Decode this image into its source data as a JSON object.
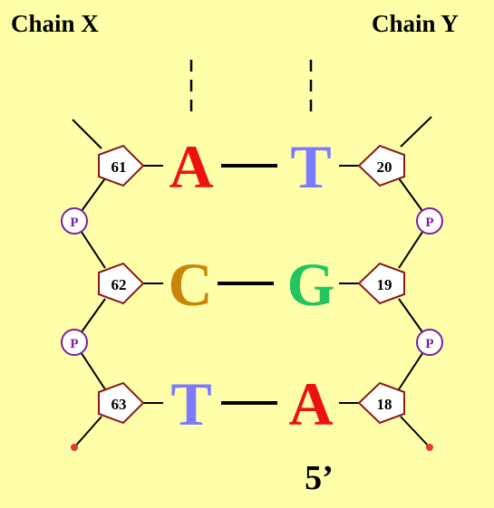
{
  "labels": {
    "chain_x": "Chain X",
    "chain_y": "Chain Y",
    "end_label": "5’",
    "phosphate": "P"
  },
  "colors": {
    "background": "#ffffaa",
    "sugar_stroke": "#8b1a1a",
    "phosphate_stroke": "#7b1fa2",
    "terminal_dot": "#e53935",
    "bond": "#000000",
    "A": "#ee1111",
    "T": "#7b7bff",
    "C": "#c8860a",
    "G": "#22c55e"
  },
  "rows": [
    {
      "left_sugar": "61",
      "left_base": "A",
      "right_base": "T",
      "right_sugar": "20"
    },
    {
      "left_sugar": "62",
      "left_base": "C",
      "right_base": "G",
      "right_sugar": "19"
    },
    {
      "left_sugar": "63",
      "left_base": "T",
      "right_base": "A",
      "right_sugar": "18"
    }
  ]
}
